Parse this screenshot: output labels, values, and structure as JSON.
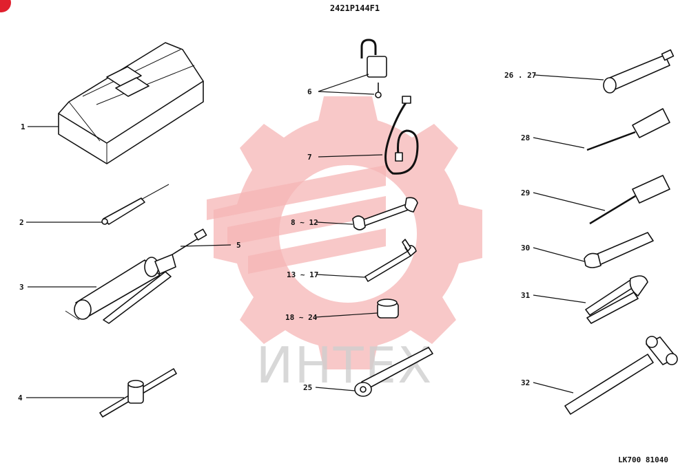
{
  "header": {
    "drawing_code": "2421P144F1"
  },
  "footer": {
    "reference": "LK700 81040"
  },
  "watermark": {
    "text": "ИНТЕХ",
    "color": "#f4a9a9"
  },
  "corner_mark_color": "#e0202e",
  "callouts": [
    {
      "id": "1",
      "label": "1",
      "part": "tool-box"
    },
    {
      "id": "2",
      "label": "2",
      "part": "spark-plug-wrench-bar"
    },
    {
      "id": "3",
      "label": "3",
      "part": "grease-gun"
    },
    {
      "id": "4",
      "label": "4",
      "part": "t-handle-wrench"
    },
    {
      "id": "5",
      "label": "5",
      "part": "grease-gun-nozzle"
    },
    {
      "id": "6",
      "label": "6",
      "part": "padlock-and-key"
    },
    {
      "id": "7",
      "label": "7",
      "part": "flexible-hose"
    },
    {
      "id": "8-12",
      "label": "8 ~ 12",
      "part": "open-end-wrench"
    },
    {
      "id": "13-17",
      "label": "13 ~ 17",
      "part": "hex-key"
    },
    {
      "id": "18-24",
      "label": "18 ~ 24",
      "part": "socket"
    },
    {
      "id": "25",
      "label": "25",
      "part": "ratchet-handle"
    },
    {
      "id": "26-27",
      "label": "26 . 27",
      "part": "extension-bar"
    },
    {
      "id": "28",
      "label": "28",
      "part": "flat-screwdriver"
    },
    {
      "id": "29",
      "label": "29",
      "part": "phillips-screwdriver"
    },
    {
      "id": "30",
      "label": "30",
      "part": "adjustable-wrench"
    },
    {
      "id": "31",
      "label": "31",
      "part": "pliers"
    },
    {
      "id": "32",
      "label": "32",
      "part": "hammer"
    }
  ]
}
